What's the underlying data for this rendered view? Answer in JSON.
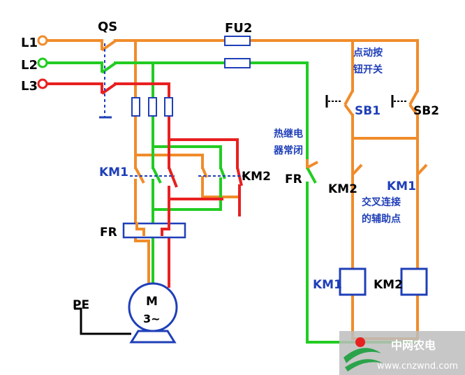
{
  "terminals": {
    "l1": "L1",
    "l2": "L2",
    "l3": "L3"
  },
  "labels": {
    "qs": "QS",
    "fu2": "FU2",
    "km1_main": "KM1",
    "km2_main": "KM2",
    "fr_main": "FR",
    "fr_aux": "FR",
    "pe": "PE",
    "motor_m": "M",
    "motor_phase": "3~",
    "sb1": "SB1",
    "sb2": "SB2",
    "km2_interlock": "KM2",
    "km1_interlock": "KM1",
    "km1_coil": "KM1",
    "km2_coil": "KM2"
  },
  "notes": {
    "button_line1": "点动按",
    "button_line2": "钮开关",
    "thermal_line1": "热继电",
    "thermal_line2": "器常闭",
    "cross_line1": "交叉连接",
    "cross_line2": "的辅助点"
  },
  "watermark": {
    "name": "中网农电",
    "url": "www.cnzwnd.com"
  },
  "colors": {
    "phase_l1": "#f08c2a",
    "phase_l2": "#22cc22",
    "phase_l3": "#e82020",
    "label_blue": "#1f3fb8",
    "component_blue": "#1f3fb8"
  }
}
